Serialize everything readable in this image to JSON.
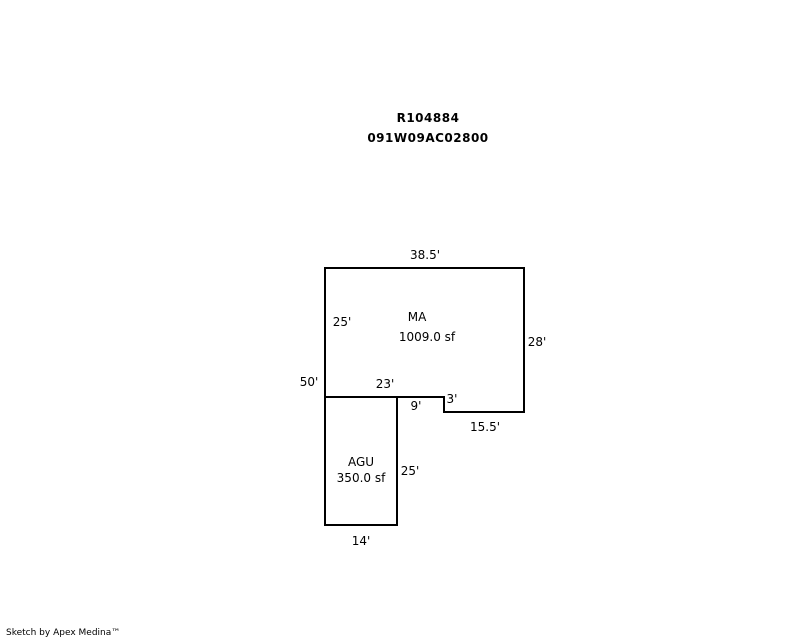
{
  "header": {
    "parcel_id": "R104884",
    "map_number": "091W09AC02800"
  },
  "areas": [
    {
      "code": "MA",
      "area": "1009.0 sf"
    },
    {
      "code": "AGU",
      "area": "350.0 sf"
    }
  ],
  "dimensions": {
    "ma_top": "38.5'",
    "ma_left_inner": "25'",
    "ma_right": "28'",
    "overall_left": "50'",
    "ma_bottom_left": "23'",
    "ma_step_down": "3'",
    "ma_bottom_right": "15.5'",
    "agu_top_right": "9'",
    "agu_right": "25'",
    "agu_bottom": "14'"
  },
  "footer": {
    "credit": "Sketch by Apex Medina™"
  },
  "colors": {
    "line": "#000000",
    "background": "#ffffff"
  }
}
